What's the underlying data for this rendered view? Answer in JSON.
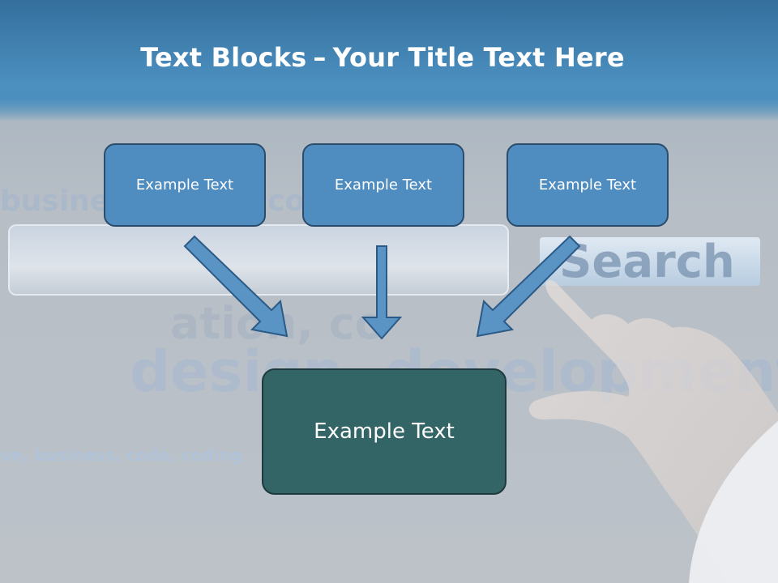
{
  "title": {
    "bold": "Text Blocks",
    "dash": "–",
    "rest": "Your Title Text Here"
  },
  "boxes": {
    "top": [
      {
        "label": "Example Text"
      },
      {
        "label": "Example Text"
      },
      {
        "label": "Example Text"
      }
    ],
    "main": {
      "label": "Example Text"
    }
  },
  "background": {
    "words": {
      "busine": "busine",
      "co": "co",
      "search": "Search",
      "ation": "ation, co",
      "design": "design, development",
      "tags": "ue, business, code, coding"
    }
  },
  "colors": {
    "top_box_fill": "#4f8cc0",
    "main_box_fill": "#336566",
    "arrow_fill": "#5a94c4",
    "header": "#346f9d"
  }
}
